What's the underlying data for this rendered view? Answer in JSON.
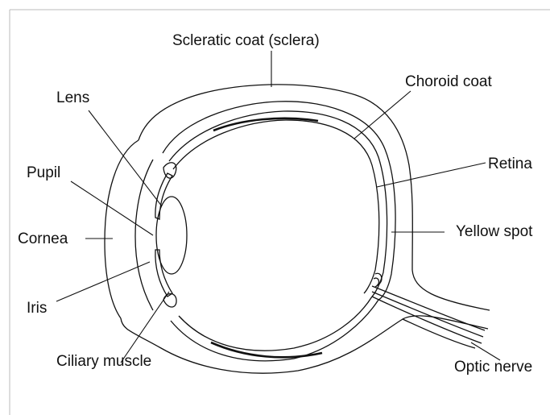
{
  "labels": {
    "sclera": "Scleratic coat (sclera)",
    "choroid": "Choroid coat",
    "lens": "Lens",
    "retina": "Retina",
    "pupil": "Pupil",
    "cornea": "Cornea",
    "yellow_spot": "Yellow spot",
    "iris": "Iris",
    "ciliary_muscle": "Ciliary muscle",
    "optic_nerve": "Optic nerve"
  }
}
